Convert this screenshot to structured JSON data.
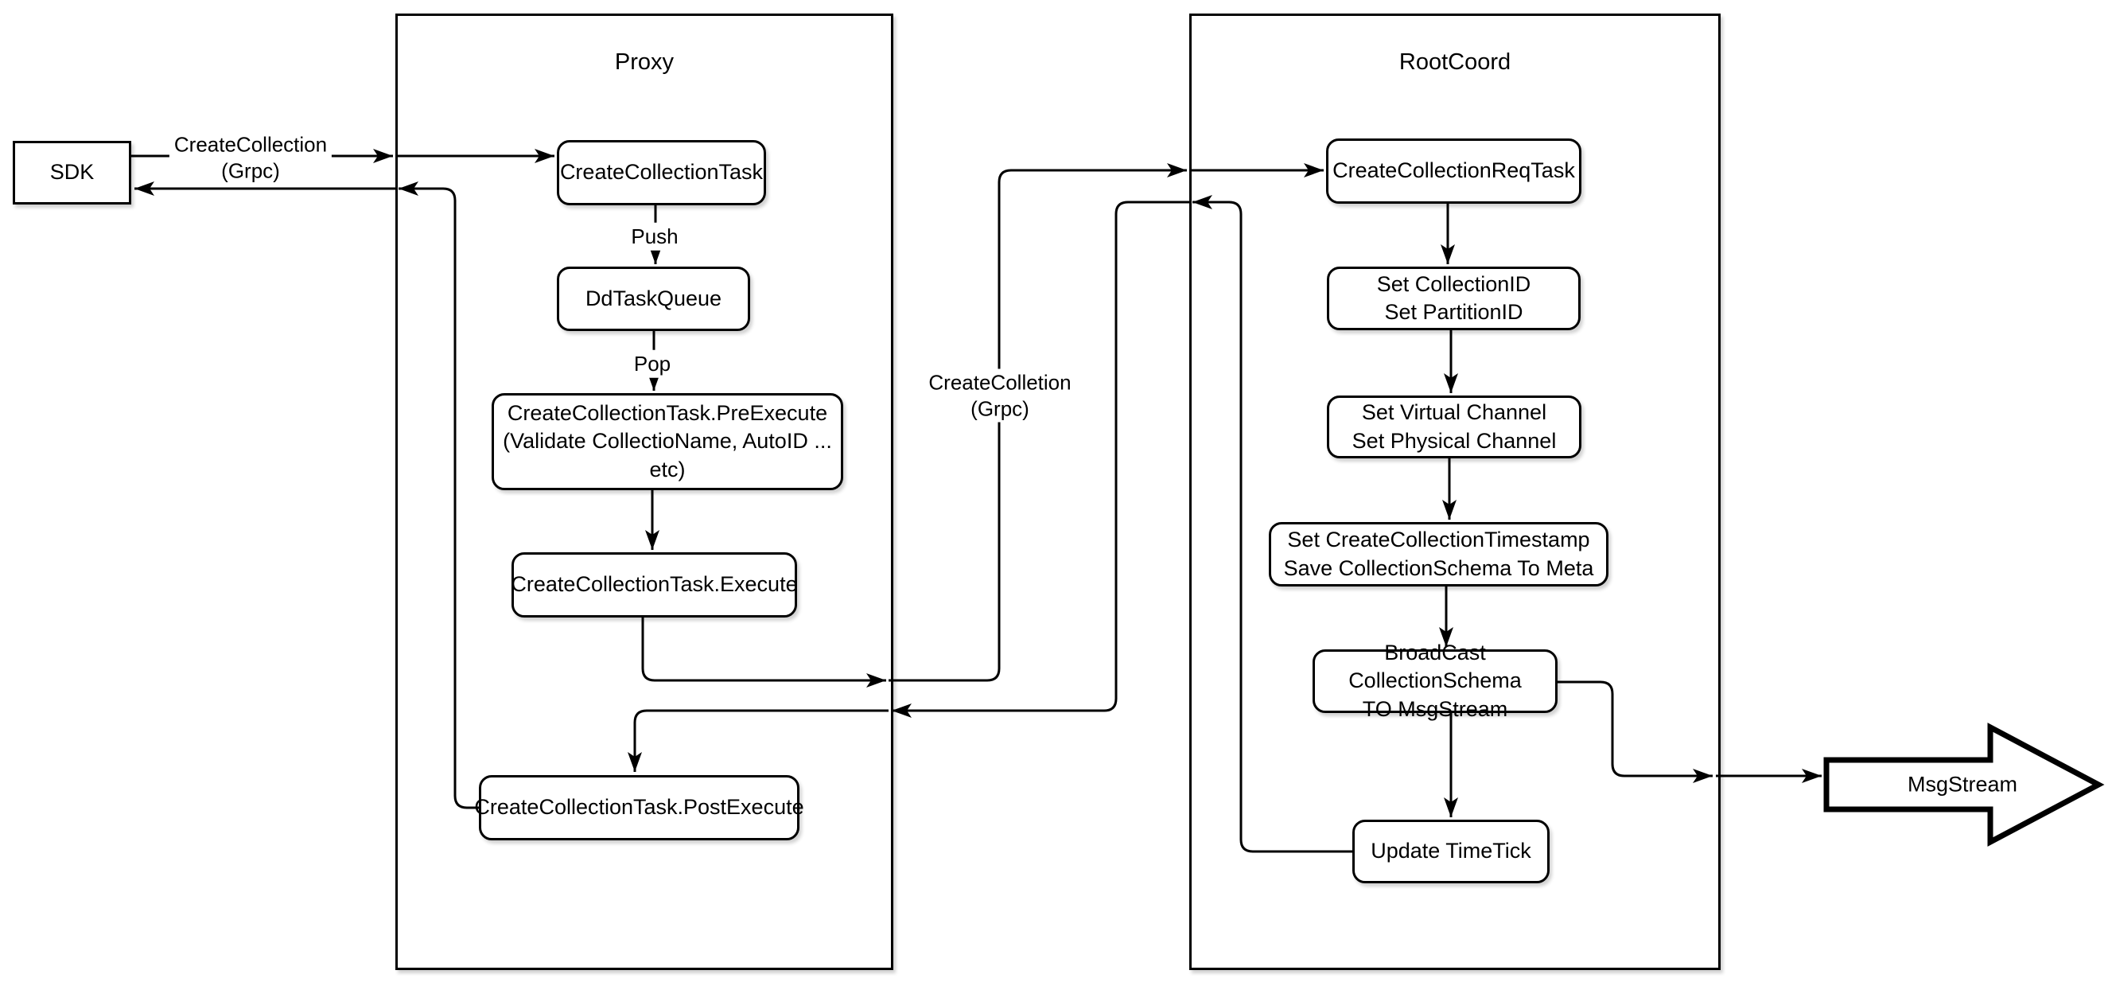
{
  "diagram": {
    "containers": {
      "proxy": {
        "title": "Proxy"
      },
      "root_coord": {
        "title": "RootCoord"
      }
    },
    "nodes": {
      "sdk": {
        "label": "SDK"
      },
      "create_collection_task": {
        "label": "CreateCollectionTask"
      },
      "dd_task_queue": {
        "label": "DdTaskQueue"
      },
      "pre_execute": {
        "line1": "CreateCollectionTask.PreExecute",
        "line2": "(Validate CollectioName, AutoID ... etc)"
      },
      "execute": {
        "label": "CreateCollectionTask.Execute"
      },
      "post_execute": {
        "label": "CreateCollectionTask.PostExecute"
      },
      "req_task": {
        "label": "CreateCollectionReqTask"
      },
      "set_ids": {
        "line1": "Set CollectionID",
        "line2": "Set PartitionID"
      },
      "set_channels": {
        "line1": "Set Virtual Channel",
        "line2": "Set Physical Channel"
      },
      "set_timestamp": {
        "line1": "Set CreateCollectionTimestamp",
        "line2": "Save CollectionSchema To Meta"
      },
      "broadcast": {
        "line1": "BroadCast CollectionSchema",
        "line2": "TO MsgStream"
      },
      "update_timetick": {
        "label": "Update TimeTick"
      },
      "msg_stream": {
        "label": "MsgStream"
      }
    },
    "edge_labels": {
      "sdk_grpc": {
        "line1": "CreateCollection",
        "line2": "(Grpc)"
      },
      "push": "Push",
      "pop": "Pop",
      "proxy_grpc": {
        "line1": "CreateColletion",
        "line2": "(Grpc)"
      }
    },
    "colors": {
      "stroke": "#000000",
      "fill": "#ffffff",
      "background": "#ffffff"
    }
  }
}
